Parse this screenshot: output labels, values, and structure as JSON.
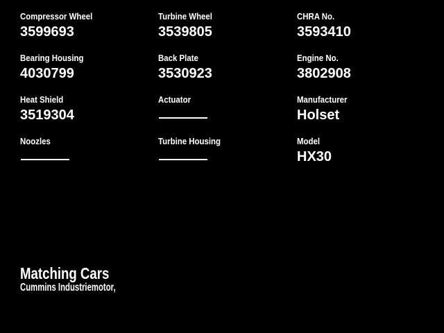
{
  "page": {
    "background_color": "#000000",
    "text_color": "#ffffff"
  },
  "specs": {
    "fields": [
      {
        "label": "Compressor Wheel",
        "value": "3599693"
      },
      {
        "label": "Turbine Wheel",
        "value": "3539805"
      },
      {
        "label": "CHRA No.",
        "value": "3593410"
      },
      {
        "label": "Bearing Housing",
        "value": "4030799"
      },
      {
        "label": "Back Plate",
        "value": "3530923"
      },
      {
        "label": "Engine No.",
        "value": "3802908"
      },
      {
        "label": "Heat Shield",
        "value": "3519304"
      },
      {
        "label": "Actuator",
        "value": null
      },
      {
        "label": "Manufacturer",
        "value": "Holset"
      },
      {
        "label": "Noozles",
        "value": null
      },
      {
        "label": "Turbine Housing",
        "value": null
      },
      {
        "label": "Model",
        "value": "HX30"
      }
    ]
  },
  "matching_cars": {
    "title": "Matching Cars",
    "cars_text": "Cummins Industriemotor,"
  }
}
